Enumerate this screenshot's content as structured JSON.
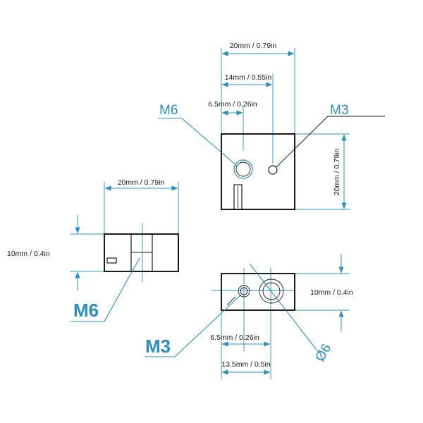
{
  "colors": {
    "dimension_line": "#2f8fb9",
    "part_outline": "#1a1a1a",
    "background": "#ffffff"
  },
  "top_view": {
    "width": "20mm / 0.79in",
    "m3_offset": "14mm / 0.55in",
    "m6_offset": "6.5mm / 0.26in",
    "height": "20mm / 0.79in",
    "label_m6": "M6",
    "label_m3": "M3"
  },
  "side_view": {
    "width": "20mm / 0.79in",
    "height": "10mm / 0.4in",
    "label_m6": "M6"
  },
  "front_view": {
    "height": "10mm / 0.4in",
    "m3_offset": "6.5mm / 0.26in",
    "m6_offset": "13.5mm / 0.5in",
    "label_m3": "M3",
    "label_diameter": "Ø6"
  }
}
